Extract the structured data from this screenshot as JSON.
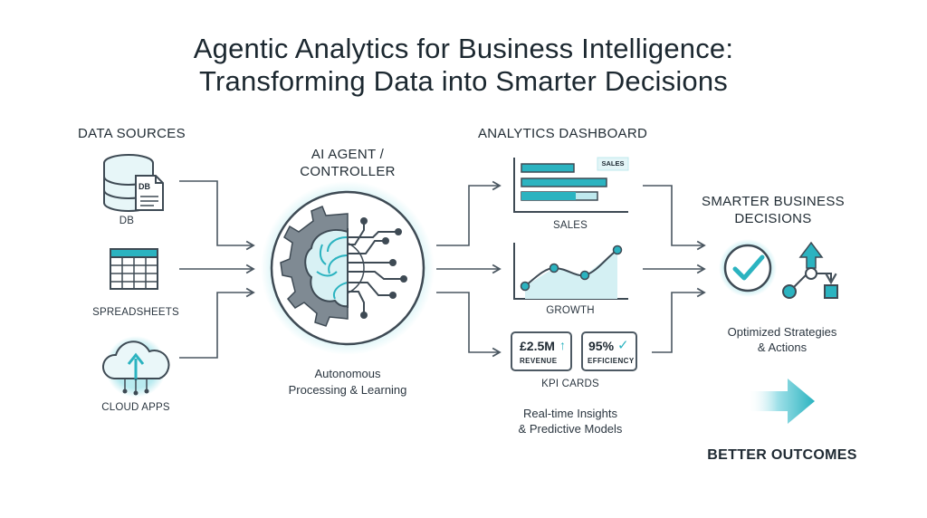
{
  "title": {
    "line1": "Agentic Analytics for Business Intelligence:",
    "line2": "Transforming Data into Smarter Decisions"
  },
  "sources": {
    "heading": "DATA SOURCES",
    "db_label": "DB",
    "db_icon_text": "DB",
    "spreadsheets_label": "SPREADSHEETS",
    "cloud_label": "CLOUD APPS"
  },
  "agent": {
    "heading_line1": "AI AGENT /",
    "heading_line2": "CONTROLLER",
    "caption_line1": "Autonomous",
    "caption_line2": "Processing & Learning"
  },
  "dashboard": {
    "heading": "ANALYTICS DASHBOARD",
    "sales_tag": "SALES",
    "sales_label": "SALES",
    "growth_label": "GROWTH",
    "kpi_label": "KPI CARDS",
    "kpis": [
      {
        "value": "£2.5M",
        "label": "REVENUE",
        "icon": "arrow-up-icon"
      },
      {
        "value": "95%",
        "label": "EFFICIENCY",
        "icon": "check-icon"
      }
    ],
    "caption_line1": "Real-time Insights",
    "caption_line2": "& Predictive Models"
  },
  "decisions": {
    "heading_line1": "SMARTER BUSINESS",
    "heading_line2": "DECISIONS",
    "caption_line1": "Optimized Strategies",
    "caption_line2": "& Actions",
    "outcome": "BETTER OUTCOMES"
  },
  "colors": {
    "accent": "#2bb3c0",
    "accent_light": "#bfe9ee",
    "line": "#4a5660",
    "text": "#1f2a33"
  }
}
